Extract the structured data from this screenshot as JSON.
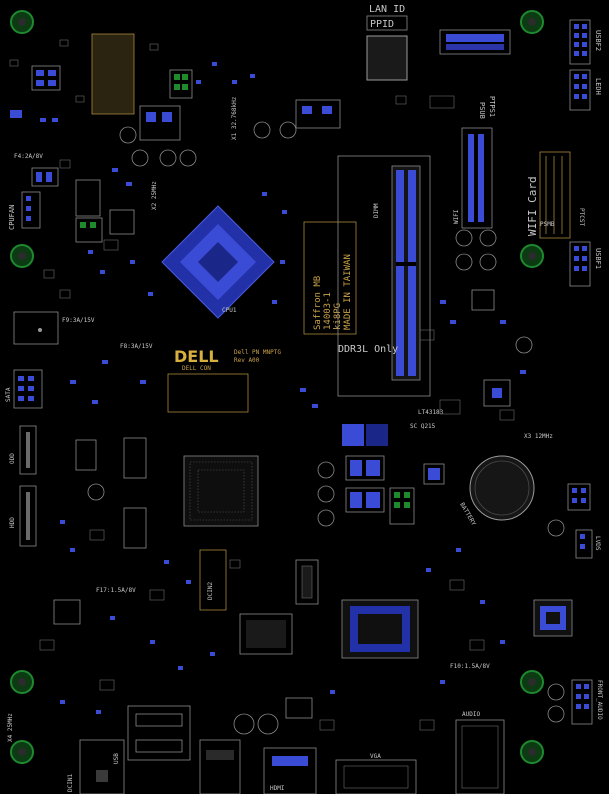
{
  "labels": {
    "lan_id": "LAN ID",
    "ppid": "PPID",
    "usbf2": "USBF2",
    "ledh": "LEDH",
    "psub": "PSUB",
    "ptps1": "PTPS1",
    "x1_clock": "X1 32.768kHz",
    "x2_clock": "X2 25MHz",
    "fuse_f4": "F4:2A/8V",
    "cpufan": "CPUFAN",
    "dimm": "DIMM",
    "wifi": "WIFI",
    "wifi_card": "WIFI Card",
    "ptcst": "PTCST",
    "psmb": "PSMB",
    "usbf1": "USBF1",
    "board_name_1": "Saffron MB",
    "board_name_2": "14003-1",
    "board_name_3": "ki8PG",
    "board_name_4": "MADE IN TAIWAN",
    "cpu": "CPU1",
    "ddr": "DDR3L Only",
    "fuse_f8": "F8:3A/15V",
    "fuse_f9": "F9:3A/15V",
    "dell_logo": "DELL",
    "dell_pn": "Dell PN MNPTG",
    "rev": "Rev A00",
    "dell_con": "DELL CON",
    "lt": "LT43183",
    "sc": "SC Q215",
    "x3_clock": "X3 12MHz",
    "sata": "SATA",
    "odd": "ODD",
    "hdd": "HDD",
    "battery": "BATTERY",
    "lvds": "LVDS",
    "f17": "F17:1.5A/8V",
    "dc": "DCIN2",
    "f10": "F10:1.5A/8V",
    "front_audio": "FRONT_AUDIO",
    "x4_clock": "X4 25MHz",
    "dcin": "DCIN1",
    "usb": "USB",
    "hdmi": "HDMI",
    "vga": "VGA",
    "audio": "AUDIO"
  }
}
